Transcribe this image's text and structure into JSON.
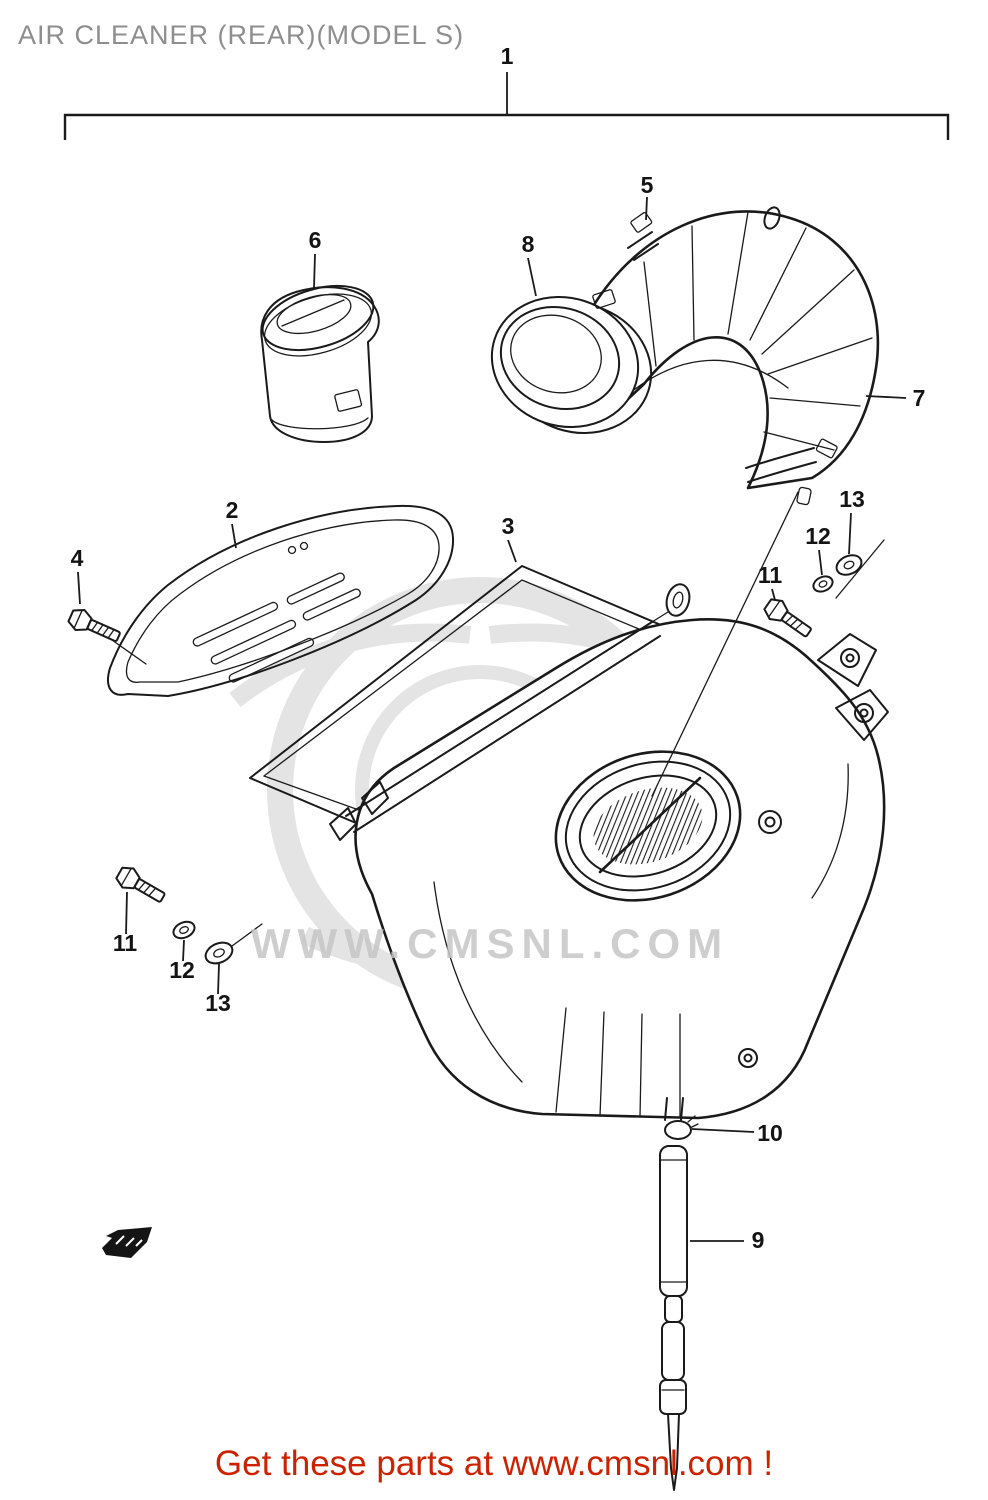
{
  "page": {
    "title": "AIR CLEANER (REAR)(MODEL S)",
    "watermark": "WWW.CMSNL.COM",
    "footer": "Get these parts at www.cmsnl.com !"
  },
  "colors": {
    "title_gray": "#8e8e8e",
    "footer_red": "#cc2200",
    "line_black": "#1a1a1a",
    "watermark_gray": "#c6c6c6"
  },
  "part_labels": {
    "p1": "1",
    "p2": "2",
    "p3": "3",
    "p4": "4",
    "p5": "5",
    "p6": "6",
    "p7": "7",
    "p8": "8",
    "p9": "9",
    "p10": "10",
    "p11": "11",
    "p12": "12",
    "p13": "13"
  }
}
